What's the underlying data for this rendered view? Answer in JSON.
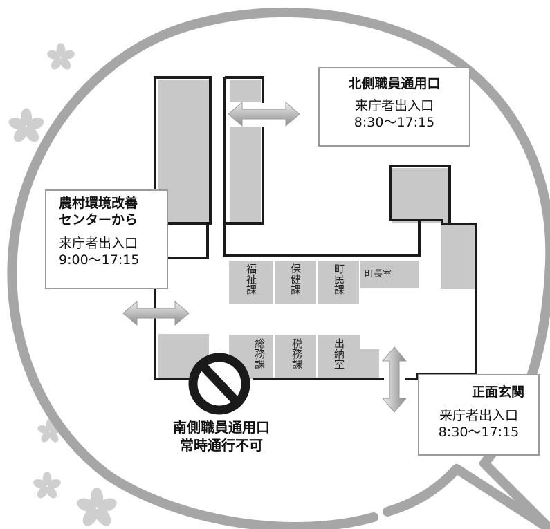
{
  "colors": {
    "bubble": "#a6a6a6",
    "room_fill": "#c8c8c8",
    "wall": "#1a1a1a",
    "box_border": "#9a9a9a",
    "flower": "#cfcfcf"
  },
  "entrances": {
    "north": {
      "title": "北側職員通用口",
      "line1": "来庁者出入口",
      "line2": "8:30〜17:15"
    },
    "west": {
      "title_line1": "農村環境改善",
      "title_line2": "センターから",
      "line1": "来庁者出入口",
      "line2": "9:00〜17:15"
    },
    "front": {
      "title": "正面玄関",
      "line1": "来庁者出入口",
      "line2": "8:30〜17:15"
    },
    "south": {
      "title": "南側職員通用口",
      "status": "常時通行不可"
    }
  },
  "rooms": {
    "fukushi": "福祉課",
    "hoken": "保健課",
    "chomin": "町民課",
    "chocho": "町長室",
    "somu": "総務課",
    "zeimu": "税務課",
    "suito": "出納室"
  },
  "icons": {
    "no_entry": "no-entry-icon",
    "arrow": "double-arrow-icon",
    "flower": "cherry-blossom-icon"
  }
}
